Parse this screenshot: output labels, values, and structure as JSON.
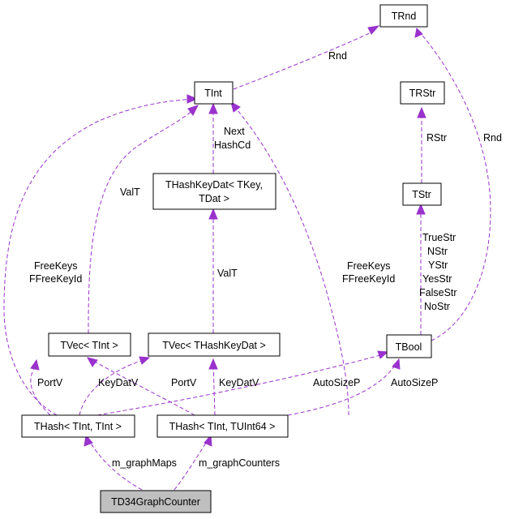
{
  "nodes": {
    "trnd": "TRnd",
    "tint": "TInt",
    "trstr": "TRStr",
    "thashkeydat_l1": "THashKeyDat< TKey,",
    "thashkeydat_l2": "TDat >",
    "tstr": "TStr",
    "tvec_tint": "TVec< TInt >",
    "tvec_thashkeydat": "TVec< THashKeyDat >",
    "tbool": "TBool",
    "thash_tint_tint": "THash< TInt, TInt >",
    "thash_tint_tuint64": "THash< TInt, TUInt64 >",
    "td34": "TD34GraphCounter"
  },
  "labels": {
    "rnd_tint": "Rnd",
    "rnd_tbool": "Rnd",
    "next": "Next",
    "hashcd": "HashCd",
    "valt_tvec": "ValT",
    "valt_keydat": "ValT",
    "rstr": "RStr",
    "freekeys_left": "FreeKeys",
    "ffreekeyid_left": "FFreeKeyId",
    "freekeys_right": "FreeKeys",
    "ffreekeyid_right": "FFreeKeyId",
    "truestr": "TrueStr",
    "nstr": "NStr",
    "ystr": "YStr",
    "yesstr": "YesStr",
    "falsestr": "FalseStr",
    "nostr": "NoStr",
    "portv_left": "PortV",
    "keydatv_left": "KeyDatV",
    "portv_right": "PortV",
    "keydatv_right": "KeyDatV",
    "autosizep_left": "AutoSizeP",
    "autosizep_right": "AutoSizeP",
    "m_graphmaps": "m_graphMaps",
    "m_graphcounters": "m_graphCounters"
  },
  "colors": {
    "edge": "#9a32cd",
    "highlight_fill": "#bfbfbf",
    "node_border": "#000000"
  }
}
